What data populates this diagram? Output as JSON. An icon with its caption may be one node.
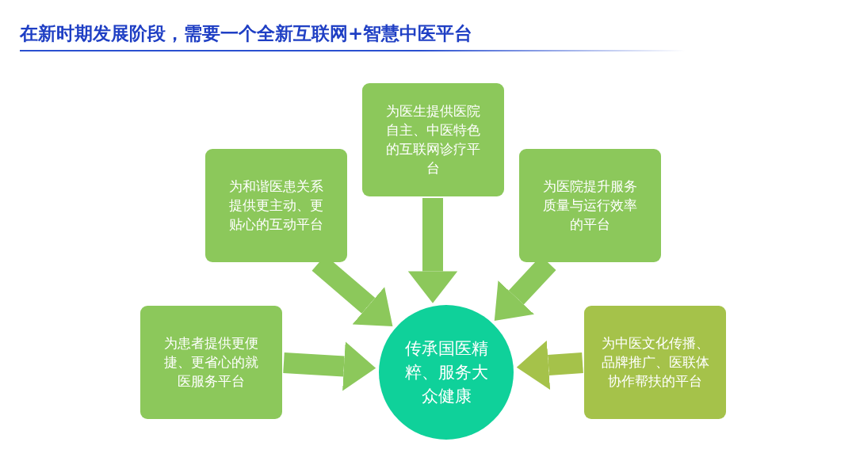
{
  "diagram": {
    "title": "在新时期发展阶段，需要一个全新互联网+智慧中医平台",
    "nodes": [
      {
        "text": [
          "为医生提供医院自主、中医特色的互联网诊疗平台"
        ]
      },
      {
        "text": [
          "为和谐医患关系提供更主动、更贴心的互动平台"
        ]
      },
      {
        "text": [
          "为医院提升服务质量与运行效率的平台"
        ]
      },
      {
        "text": [
          "为患者提供更便捷、更省心的就医服务平台"
        ]
      },
      {
        "text": [
          "传承国医精粹、服务大众健康"
        ]
      },
      {
        "text": [
          "为中医文化传播、品牌推广、医联体协作帮扶的平台"
        ]
      }
    ],
    "edges": [
      {
        "from": 0,
        "to": 4,
        "arrow": "to"
      },
      {
        "from": 1,
        "to": 4,
        "arrow": "to"
      },
      {
        "from": 2,
        "to": 4,
        "arrow": "to"
      },
      {
        "from": 3,
        "to": 4,
        "arrow": "to"
      },
      {
        "from": 5,
        "to": 4,
        "arrow": "to",
        "color": "#a5c24a"
      }
    ]
  }
}
